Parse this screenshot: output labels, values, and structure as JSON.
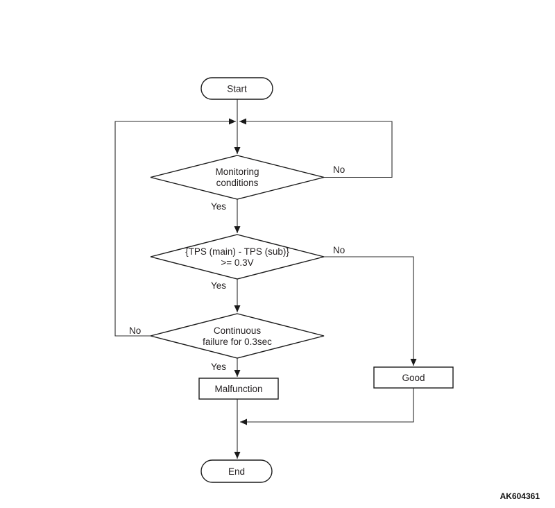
{
  "diagram": {
    "type": "flowchart",
    "figure_code": "AK604361",
    "nodes": {
      "start": {
        "label": "Start"
      },
      "monitoring": {
        "line1": "Monitoring",
        "line2": "conditions"
      },
      "tps": {
        "line1": "{TPS (main) - TPS (sub)}",
        "line2": ">= 0.3V"
      },
      "continuous": {
        "line1": "Continuous",
        "line2": "failure for 0.3sec"
      },
      "malfunction": {
        "label": "Malfunction"
      },
      "good": {
        "label": "Good"
      },
      "end": {
        "label": "End"
      }
    },
    "edge_labels": {
      "monitoring_no": "No",
      "monitoring_yes": "Yes",
      "tps_no": "No",
      "tps_yes": "Yes",
      "continuous_no": "No",
      "continuous_yes": "Yes"
    },
    "colors": {
      "line": "#2b2b2b",
      "shape_border": "#1a1a1a",
      "text": "#231f20",
      "background": "#ffffff"
    }
  }
}
